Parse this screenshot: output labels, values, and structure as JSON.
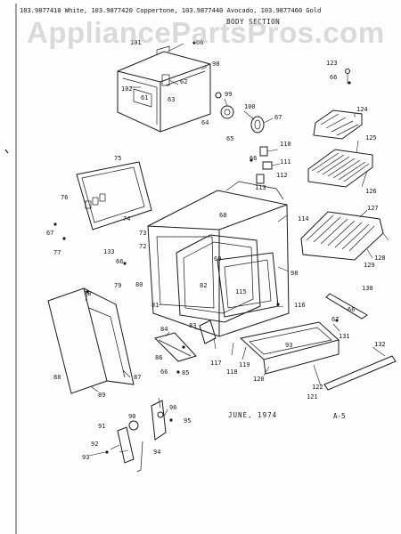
{
  "header_text": "103.9877410 White, 103.9877420 Coppertone, 103.9877440 Avocado, 103.9877460 Gold",
  "section_title": "BODY SECTION",
  "watermark": "AppliancePartsPros.com",
  "date_text": "JUNE, 1974",
  "page_code": "A-5",
  "callouts": [
    {
      "id": "c101",
      "text": "101"
    },
    {
      "id": "c66a",
      "text": "66"
    },
    {
      "id": "c98a",
      "text": "98"
    },
    {
      "id": "c102",
      "text": "102"
    },
    {
      "id": "c62",
      "text": "62"
    },
    {
      "id": "c61",
      "text": "61"
    },
    {
      "id": "c63",
      "text": "63"
    },
    {
      "id": "c99",
      "text": "99"
    },
    {
      "id": "c100",
      "text": "100"
    },
    {
      "id": "c64",
      "text": "64"
    },
    {
      "id": "c65",
      "text": "65"
    },
    {
      "id": "c67a",
      "text": "67"
    },
    {
      "id": "c123",
      "text": "123"
    },
    {
      "id": "c66b",
      "text": "66"
    },
    {
      "id": "c124",
      "text": "124"
    },
    {
      "id": "c125",
      "text": "125"
    },
    {
      "id": "c126",
      "text": "126"
    },
    {
      "id": "c110",
      "text": "110"
    },
    {
      "id": "c66c",
      "text": "66"
    },
    {
      "id": "c111",
      "text": "111"
    },
    {
      "id": "c112",
      "text": "112"
    },
    {
      "id": "c113",
      "text": "113"
    },
    {
      "id": "c75",
      "text": "75"
    },
    {
      "id": "c76",
      "text": "76"
    },
    {
      "id": "c67b",
      "text": "67"
    },
    {
      "id": "c77",
      "text": "77"
    },
    {
      "id": "c74",
      "text": "74"
    },
    {
      "id": "c133",
      "text": "133"
    },
    {
      "id": "c73",
      "text": "73"
    },
    {
      "id": "c72",
      "text": "72"
    },
    {
      "id": "c68",
      "text": "68"
    },
    {
      "id": "c114",
      "text": "114"
    },
    {
      "id": "c127",
      "text": "127"
    },
    {
      "id": "c128",
      "text": "128"
    },
    {
      "id": "c129",
      "text": "129"
    },
    {
      "id": "c66d",
      "text": "66"
    },
    {
      "id": "c79",
      "text": "79"
    },
    {
      "id": "c80",
      "text": "80"
    },
    {
      "id": "c69",
      "text": "69"
    },
    {
      "id": "c82",
      "text": "82"
    },
    {
      "id": "c115",
      "text": "115"
    },
    {
      "id": "c98b",
      "text": "98"
    },
    {
      "id": "c78",
      "text": "78"
    },
    {
      "id": "c81",
      "text": "81"
    },
    {
      "id": "c116",
      "text": "116"
    },
    {
      "id": "c130",
      "text": "130"
    },
    {
      "id": "c66e",
      "text": "66"
    },
    {
      "id": "c67c",
      "text": "67"
    },
    {
      "id": "c83",
      "text": "83"
    },
    {
      "id": "c84",
      "text": "84"
    },
    {
      "id": "c131",
      "text": "131"
    },
    {
      "id": "c93",
      "text": "93"
    },
    {
      "id": "c132",
      "text": "132"
    },
    {
      "id": "c86",
      "text": "86"
    },
    {
      "id": "c66f",
      "text": "66"
    },
    {
      "id": "c85",
      "text": "85"
    },
    {
      "id": "c117",
      "text": "117"
    },
    {
      "id": "c118",
      "text": "118"
    },
    {
      "id": "c119",
      "text": "119"
    },
    {
      "id": "c120",
      "text": "120"
    },
    {
      "id": "c87",
      "text": "87"
    },
    {
      "id": "c88",
      "text": "88"
    },
    {
      "id": "c89",
      "text": "89"
    },
    {
      "id": "c121",
      "text": "121"
    },
    {
      "id": "c122",
      "text": "122"
    },
    {
      "id": "c90",
      "text": "90"
    },
    {
      "id": "c96",
      "text": "96"
    },
    {
      "id": "c95",
      "text": "95"
    },
    {
      "id": "c91",
      "text": "91"
    },
    {
      "id": "c92",
      "text": "92"
    },
    {
      "id": "c93b",
      "text": "93"
    },
    {
      "id": "c94",
      "text": "94"
    }
  ]
}
